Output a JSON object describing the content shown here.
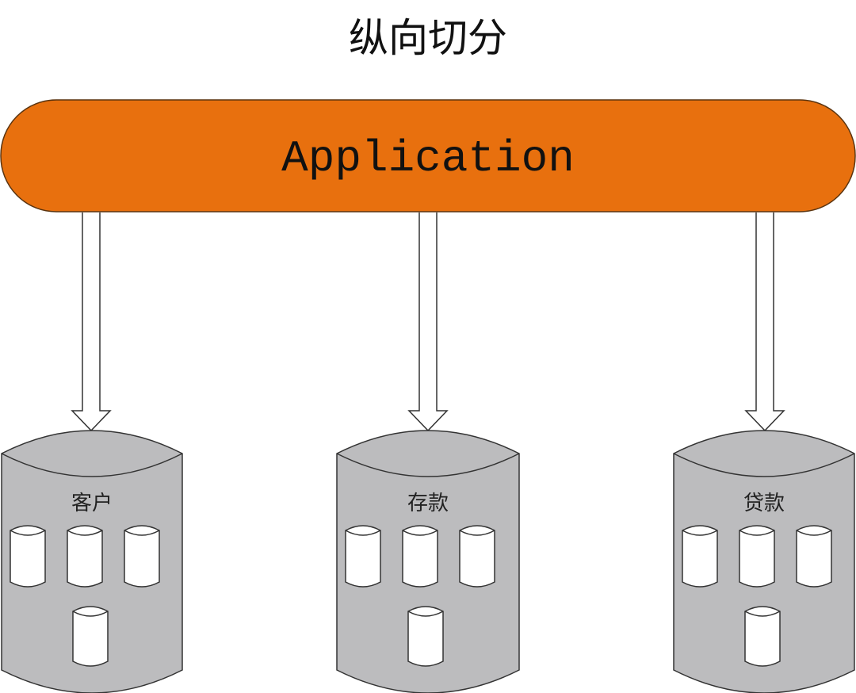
{
  "title": "纵向切分",
  "application": {
    "label": "Application",
    "color": "#e8700e"
  },
  "databases": [
    {
      "label": "客户"
    },
    {
      "label": "存款"
    },
    {
      "label": "贷款"
    }
  ],
  "colors": {
    "database_fill": "#bcbcbe",
    "shard_fill": "#ffffff"
  }
}
